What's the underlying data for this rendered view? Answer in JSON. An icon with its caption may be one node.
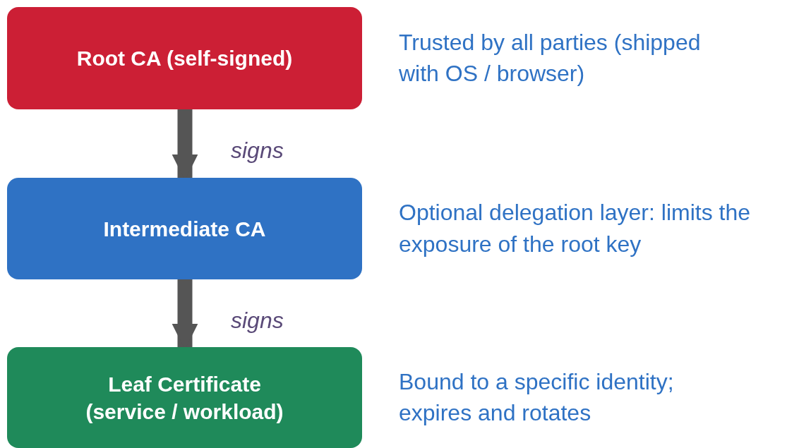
{
  "diagram": {
    "nodes": [
      {
        "text": [
          "Root CA (self-signed)"
        ],
        "beside": [
          "Trusted by all parties (shipped with OS / browser)"
        ]
      },
      {
        "text": [
          "Intermediate CA"
        ],
        "beside": [
          "Optional delegation layer: limits the exposure of the root key"
        ]
      },
      {
        "text": [
          "Leaf Certificate (service / workload)"
        ],
        "beside": [
          "Bound to a specific identity; expires and rotates"
        ]
      }
    ],
    "edges": [
      {
        "from": 0,
        "to": 1,
        "arrow": "to",
        "label": "signs"
      },
      {
        "from": 1,
        "to": 2,
        "arrow": "to",
        "label": "signs"
      }
    ]
  }
}
